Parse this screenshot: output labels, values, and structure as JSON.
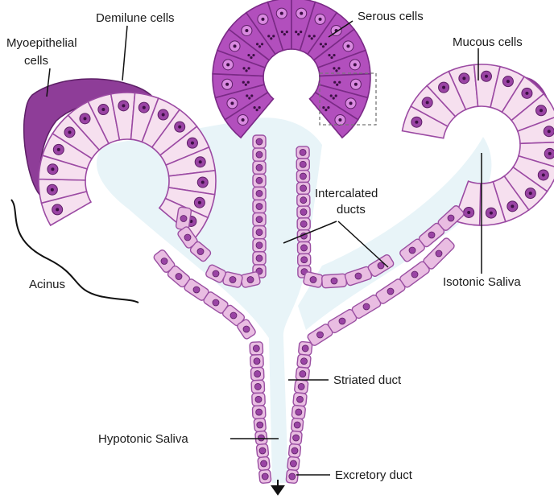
{
  "labels": {
    "myoepithelial_line1": "Myoepithelial",
    "myoepithelial_line2": "cells",
    "demilune": "Demilune cells",
    "serous": "Serous cells",
    "mucous": "Mucous cells",
    "intercalated_line1": "Intercalated",
    "intercalated_line2": "ducts",
    "acinus": "Acinus",
    "isotonic": "Isotonic Saliva",
    "striated": "Striated duct",
    "hypotonic": "Hypotonic Saliva",
    "excretory": "Excretory duct"
  },
  "colors": {
    "serous_cell": "#b24fbd",
    "serous_border": "#7a2a86",
    "mucous_cell": "#f6e0ef",
    "mucous_border": "#9b4aa3",
    "duct_cell": "#e9bde2",
    "duct_border": "#9a4fa2",
    "nucleus": "#9a44a4",
    "myoepithelial": "#8e3d98",
    "lumen": "#e8f4f8",
    "line": "#111111"
  }
}
